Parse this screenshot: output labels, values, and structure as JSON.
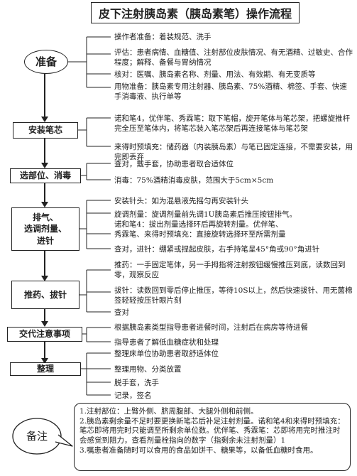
{
  "title": "皮下注射胰岛素（胰岛素笔）操作流程",
  "stages": [
    {
      "label": "准备"
    },
    {
      "label": "安装笔芯"
    },
    {
      "label": "选部位、消毒"
    },
    {
      "label": "排气、\n选调剂量、\n进针"
    },
    {
      "label": "推药、拔针"
    },
    {
      "label": "交代注意事项"
    },
    {
      "label": "整理"
    }
  ],
  "items": [
    "操作者准备：着装规范、洗手",
    "评估：患者病情、血糖值、注射部位皮肤情况、有无酒精、过敏史、合作程度；解释、备餐与胃纳情况",
    "核对：医嘱、胰岛素名称、剂量、用法、有效期、有无变质等",
    "用物准备：胰岛素专用注射器、胰岛素、75%酒精、棉签、手套、快速手消毒液、执行单等",
    "诺和笔4，优伴笔、秀霖笔：取下笔帽，旋开笔体与笔芯架，把螺旋推杆完全压至笔体内，将笔芯装入笔芯架后再连接笔体与笔芯架",
    "来得时预填充：储药器（内装胰岛素）与笔已固定连接，不需要安装，用完即丢弃",
    "查对，戴手套，协助患者取合适体位",
    "消毒：75%酒精消毒皮肤，范围大于5cm×5cm",
    "安装针头：如为混悬液先摇匀再安装针头",
    "旋调剂量：旋调剂量前先调1U胰岛素后推压按钮排气。",
    "诺和笔4：拔出剂量选择环后再旋转剂量。优伴笔、",
    "秀霖笔、来得时预填充：直接旋转选择环至所需剂量",
    "查对，进针：绷紧或捏起皮肤，右手持笔呈45°角或90°角进针",
    "推药：一手固定笔体，另一手拇指将注射按钮缓慢推压到底，读数回到零，观察反应",
    "拔针：读数回到零后停止推压，等待10S以上，然后快速拔针、用无菌棉签轻轻按压针眼片刻",
    "查对",
    "根据胰岛素类型指导患者进餐时间，注射后在病房等待进餐",
    "指导患者了解低血糖症状和处理",
    "整理床单位协助患者取舒适体位",
    "整理用物、分类放置",
    "脱手套，洗手",
    "记录，签名"
  ],
  "notes": {
    "callout": "备注",
    "lines": [
      "1.注射部位：上臂外侧、脐周腹部、大腿外侧和前侧。",
      "2.胰岛素剩余量不足时要更换新笔芯后补足注射剂量。诺和笔4和来得时预填充：笔芯即将用完时只能调至所剩余单位数。优伴笔、秀霖笔：芯即将用完时推注时会感觉到阻力，查看剂量栓指向的数字（指剩余未注射剂量）1",
      "3.嘱患者准备随时可以食用的食品如饼干、糖果等，以备低血糖时食用。"
    ]
  },
  "colors": {
    "line": "#222222",
    "background": "#ffffff"
  }
}
